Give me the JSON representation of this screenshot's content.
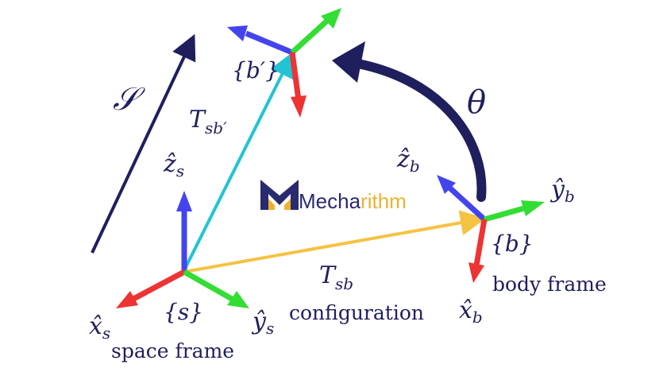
{
  "labels": {
    "screw_axis": "𝒮",
    "theta": "θ",
    "t_sb_prime_base": "T",
    "t_sb_prime_sub": "sb′",
    "t_sb_base": "T",
    "t_sb_sub": "sb",
    "configuration": "configuration",
    "space_frame": "space frame",
    "body_frame": "body frame",
    "frame_s": "{s}",
    "frame_b": "{b}",
    "frame_b_prime": "{b′}",
    "zs_base": "ẑ",
    "zs_sub": "s",
    "xs_base": "x̂",
    "xs_sub": "s",
    "ys_base": "ŷ",
    "ys_sub": "s",
    "zb_base": "ẑ",
    "zb_sub": "b",
    "xb_base": "x̂",
    "xb_sub": "b",
    "yb_base": "ŷ",
    "yb_sub": "b"
  },
  "logo": {
    "part1": "Mecha",
    "part2": "rithm"
  },
  "colors": {
    "navy": "#1f1f5e",
    "x_axis": "#ee3333",
    "y_axis": "#33dd33",
    "z_axis": "#4444ee",
    "t_sb": "#f5c242",
    "t_sb_prime": "#22c4d4",
    "logo_dark": "#2a2a6e",
    "logo_gold": "#f0b030"
  }
}
